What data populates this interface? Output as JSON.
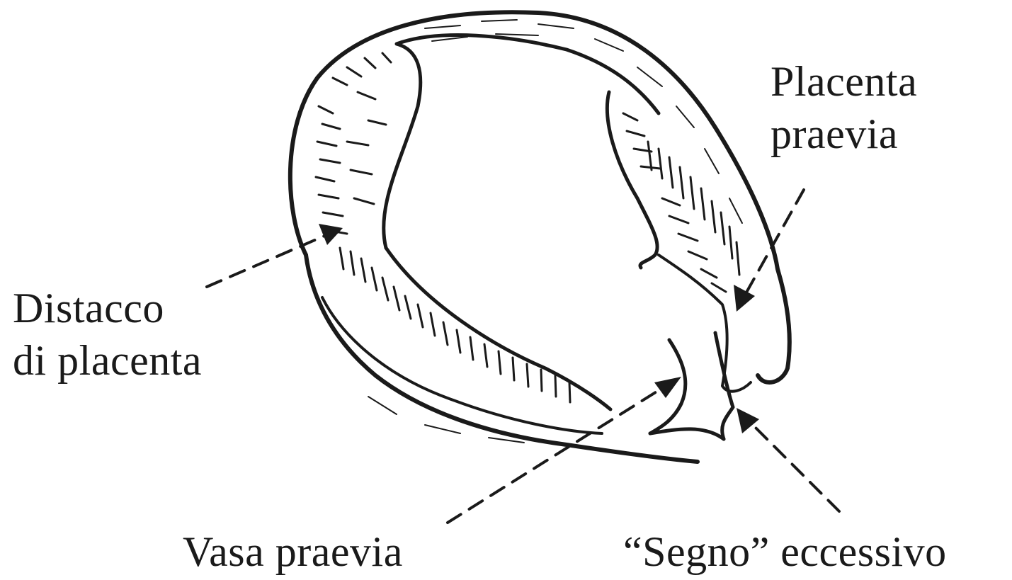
{
  "labels": {
    "placenta_praevia": [
      "Placenta",
      "praevia"
    ],
    "distacco": [
      "Distacco",
      "di placenta"
    ],
    "vasa_praevia": "Vasa praevia",
    "segno_eccessivo": "“Segno” eccessivo"
  },
  "colors": {
    "ink": "#1a1a1a",
    "paper": "#ffffff"
  }
}
